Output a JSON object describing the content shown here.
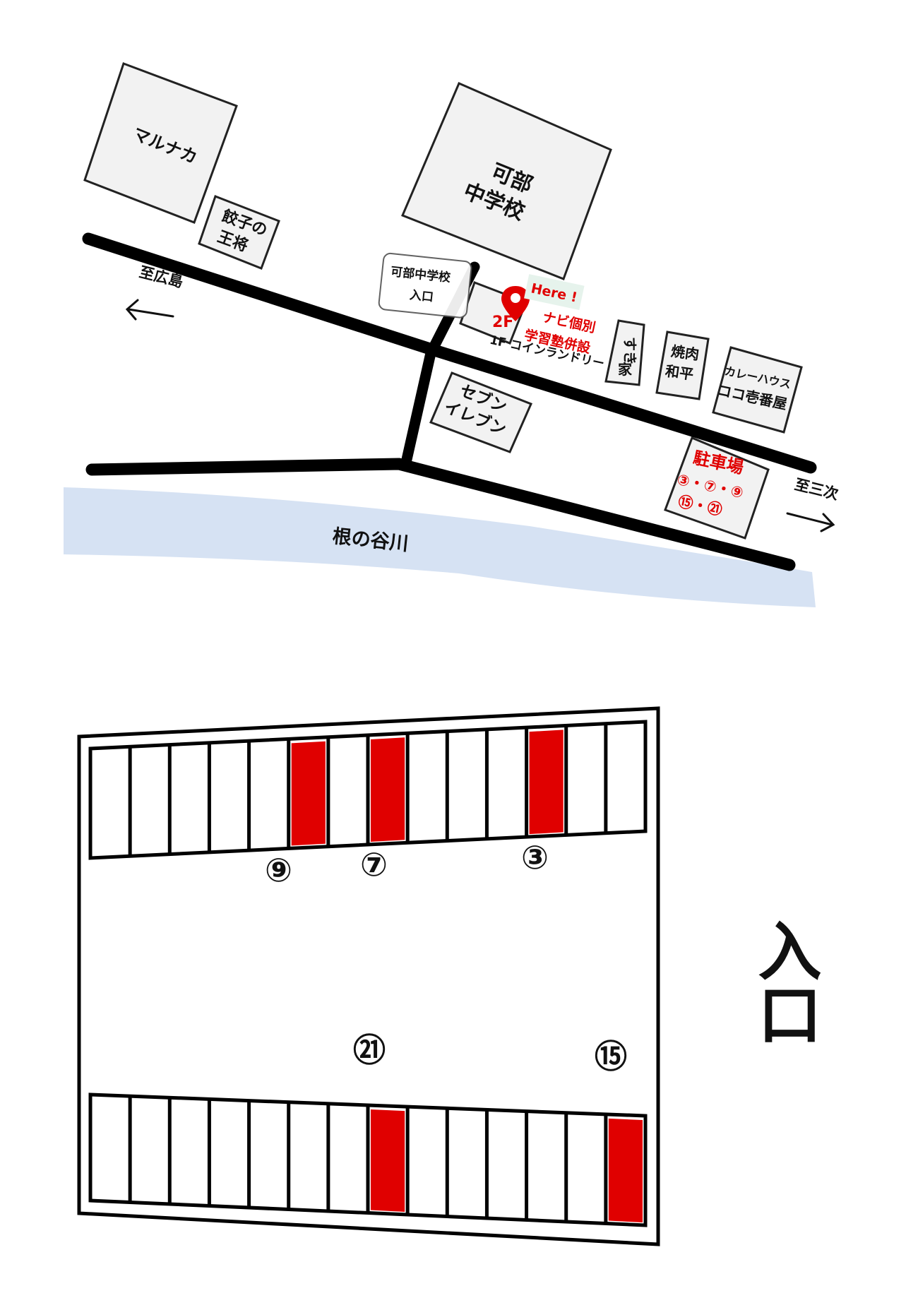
{
  "map": {
    "buildings": {
      "marunaka": "マルナカ",
      "gyoza_line1": "餃子の",
      "gyoza_line2": "王将",
      "school_line1": "可部",
      "school_line2": "中学校",
      "seven_line1": "セブン",
      "seven_line2": "イレブン",
      "sukiya_line1": "すき",
      "sukiya_line2": "家",
      "yakiniku_line1": "焼肉",
      "yakiniku_line2": "和平",
      "curry_line1": "カレーハウス",
      "curry_line2": "ココ壱番屋"
    },
    "school_entrance_line1": "可部中学校",
    "school_entrance_line2": "入口",
    "here_label": "Here !",
    "target_floor": "2F",
    "target_line1": "ナビ個別",
    "target_line2": "学習塾併設",
    "ground_floor": "1F コインランドリー",
    "to_hiroshima": "至広島",
    "to_miyoshi": "至三次",
    "river": "根の谷川",
    "parking_title": "駐車場",
    "parking_line1": "③・⑦・⑨",
    "parking_line2": "⑮・㉑",
    "colors": {
      "road": "#000000",
      "river": "#d6e2f3",
      "building": "#f2f2f2",
      "highlight": "#e00000"
    }
  },
  "lot": {
    "entrance": "入口",
    "spot_9": "⑨",
    "spot_7": "⑦",
    "spot_3": "③",
    "spot_21": "㉑",
    "spot_15": "⑮",
    "top_row_highlight_indices": [
      5,
      7,
      11
    ],
    "bottom_row_highlight_indices": [
      7,
      13
    ]
  }
}
